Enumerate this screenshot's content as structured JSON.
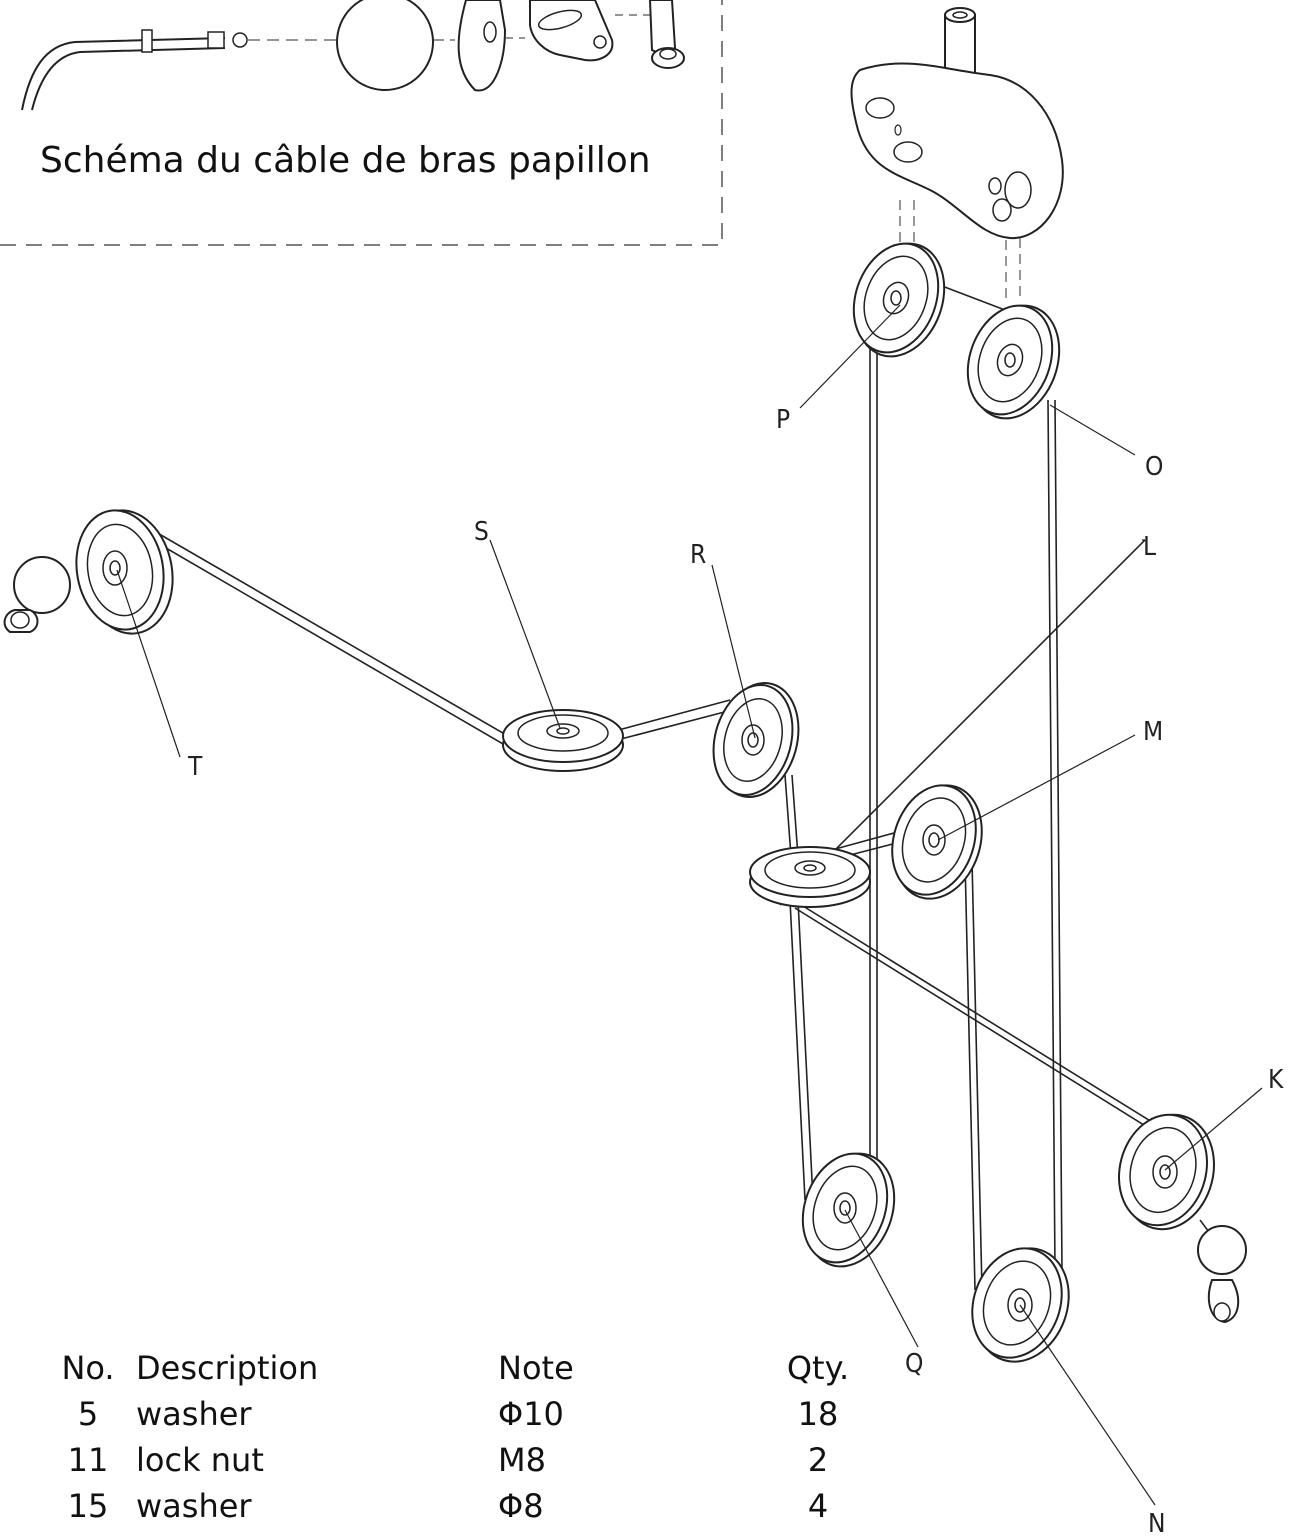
{
  "inset": {
    "caption": "Schéma du câble de bras papillon"
  },
  "callouts": {
    "K": "K",
    "L": "L",
    "M": "M",
    "N": "N",
    "O": "O",
    "P": "P",
    "Q": "Q",
    "R": "R",
    "S": "S",
    "T": "T"
  },
  "parts_table": {
    "headers": {
      "no": "No.",
      "description": "Description",
      "note": "Note",
      "qty": "Qty."
    },
    "rows": [
      {
        "no": "5",
        "description": "washer",
        "note": "Φ10",
        "qty": "18"
      },
      {
        "no": "11",
        "description": "lock nut",
        "note": "M8",
        "qty": "2"
      },
      {
        "no": "15",
        "description": "washer",
        "note": "Φ8",
        "qty": "4"
      }
    ]
  }
}
